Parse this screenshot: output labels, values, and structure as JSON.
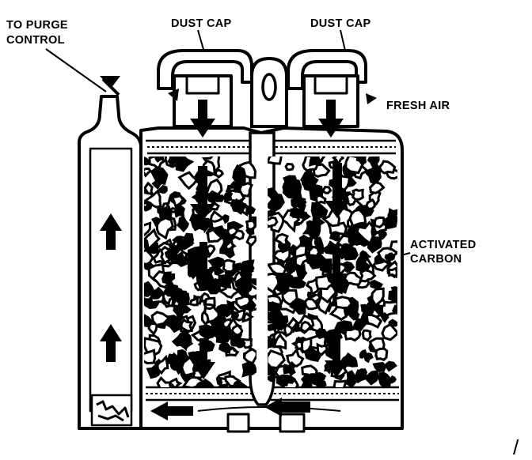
{
  "labels": {
    "purge_line1": "TO PURGE",
    "purge_line2": "CONTROL",
    "dust_cap_left": "DUST CAP",
    "dust_cap_right": "DUST CAP",
    "fresh_air": "FRESH AIR",
    "carbon_line1": "ACTIVATED",
    "carbon_line2": "CARBON",
    "page_mark": "/"
  },
  "colors": {
    "ink": "#000000",
    "paper": "#ffffff"
  }
}
